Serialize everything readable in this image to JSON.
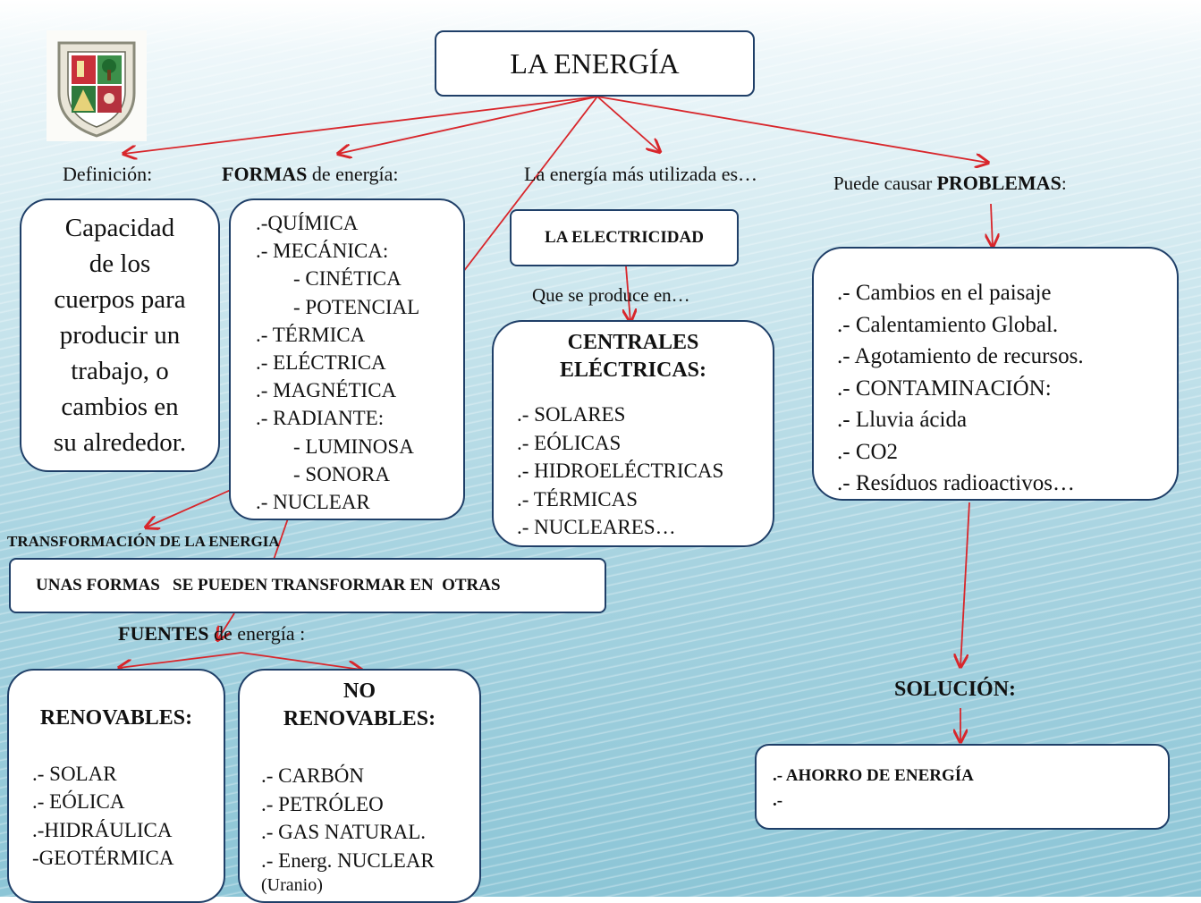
{
  "title": "LA ENERGÍA",
  "definicion": {
    "label": "Definición:",
    "text": [
      "Capacidad",
      "de los",
      "cuerpos para",
      "producir un",
      "trabajo, o",
      "cambios en",
      "su alrededor."
    ]
  },
  "formas": {
    "label_bold": "FORMAS",
    "label_rest": " de energía:",
    "items": [
      ".-QUÍMICA",
      ".- MECÁNICA:",
      "- CINÉTICA",
      "- POTENCIAL",
      ".- TÉRMICA",
      ".- ELÉCTRICA",
      ".- MAGNÉTICA",
      ".- RADIANTE:",
      "- LUMINOSA",
      "- SONORA",
      ".- NUCLEAR"
    ]
  },
  "utilizada": {
    "label": "La energía más utilizada es…",
    "electricidad": "LA ELECTRICIDAD",
    "produce": "Que se produce en…",
    "centrales_title": [
      "CENTRALES",
      "ELÉCTRICAS:"
    ],
    "centrales": [
      ".- SOLARES",
      ".- EÓLICAS",
      ".- HIDROELÉCTRICAS",
      ".- TÉRMICAS",
      ".- NUCLEARES…"
    ]
  },
  "problemas": {
    "label_rest": "Puede causar ",
    "label_bold": "PROBLEMAS",
    "label_end": ":",
    "items": [
      ".- Cambios en el paisaje",
      ".- Calentamiento Global.",
      ".- Agotamiento de recursos.",
      ".- CONTAMINACIÓN:",
      ".- Lluvia ácida",
      ".- CO2",
      ".- Resíduos radioactivos…"
    ]
  },
  "transformacion": {
    "label": "TRANSFORMACIÓN DE LA ENERGIA",
    "text": "UNAS FORMAS   SE PUEDEN TRANSFORMAR EN  OTRAS"
  },
  "fuentes": {
    "label_bold": "FUENTES",
    "label_rest": " de energía :",
    "renovables_title": "RENOVABLES:",
    "renovables": [
      ".- SOLAR",
      ".- EÓLICA",
      ".-HIDRÁULICA",
      "-GEOTÉRMICA"
    ],
    "no_renovables_title": [
      "NO",
      "RENOVABLES:"
    ],
    "no_renovables": [
      ".- CARBÓN",
      ".- PETRÓLEO",
      ".- GAS NATURAL.",
      ".- Energ. NUCLEAR",
      "(Uranio)"
    ]
  },
  "solucion": {
    "label": "SOLUCIÓN:",
    "items": [
      ".- AHORRO DE ENERGÍA",
      ".-"
    ]
  },
  "colors": {
    "border": "#1f3f68",
    "arrow": "#d8262b"
  }
}
